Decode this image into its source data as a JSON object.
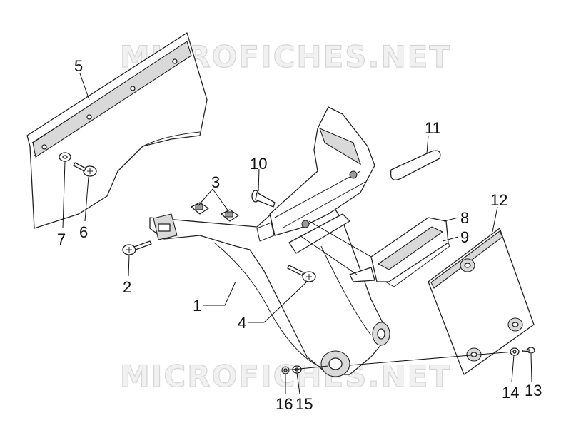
{
  "watermark": {
    "top": "MICROFICHES.NET",
    "bottom": "MICROFICHES.NET"
  },
  "callouts": [
    "1",
    "2",
    "3",
    "4",
    "5",
    "6",
    "7",
    "8",
    "9",
    "10",
    "11",
    "12",
    "13",
    "14",
    "15",
    "16"
  ]
}
